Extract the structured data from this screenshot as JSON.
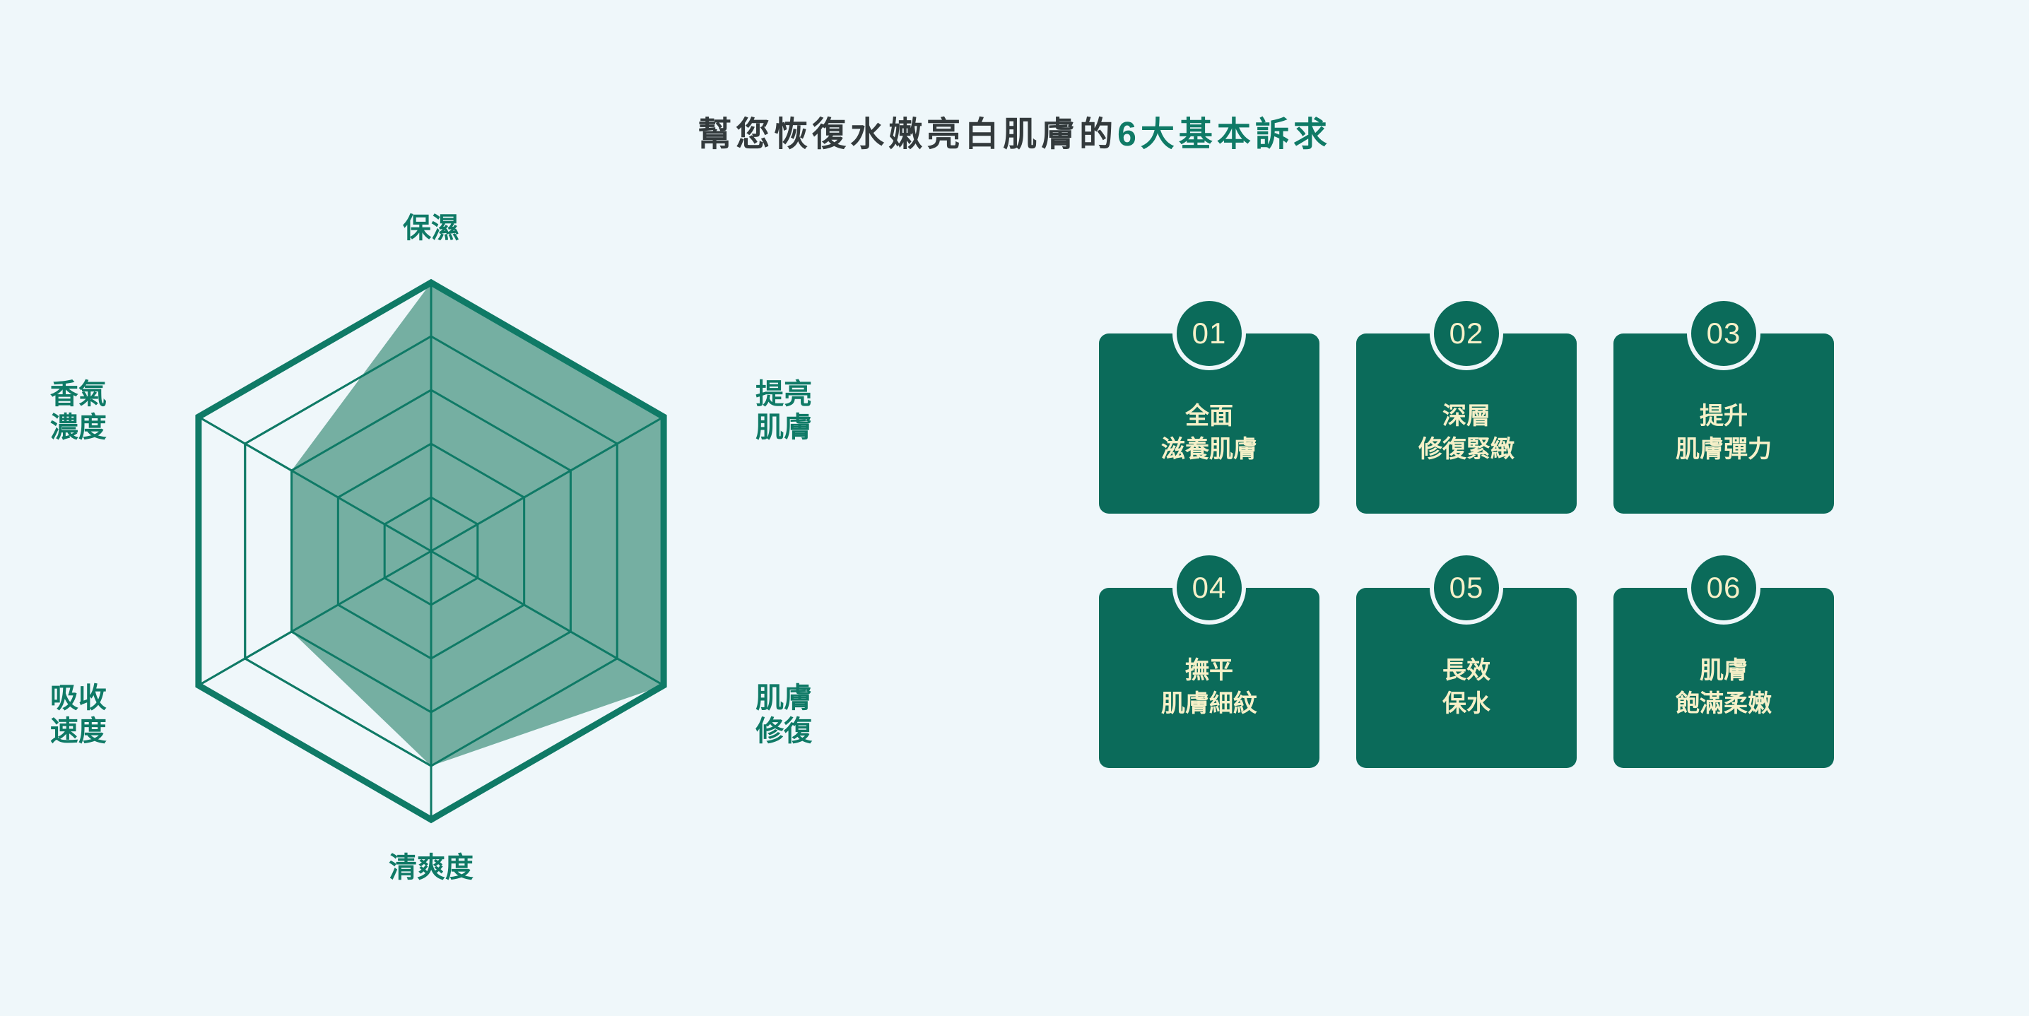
{
  "title": {
    "main": "幫您恢復水嫩亮白肌膚的",
    "accent": "6大基本訴求"
  },
  "colors": {
    "background": "#eff7fa",
    "teal_dark": "#0b6b5a",
    "teal_accent": "#0f7a66",
    "teal_fill": "#6aa89a",
    "cream": "#f6f0c8",
    "title_dark": "#333a3c"
  },
  "chart_data": {
    "type": "radar",
    "title": "",
    "categories": [
      "保濕",
      "提亮肌膚",
      "肌膚修復",
      "清爽度",
      "吸收速度",
      "香氣濃度"
    ],
    "category_lines": [
      [
        "保濕"
      ],
      [
        "提亮",
        "肌膚"
      ],
      [
        "肌膚",
        "修復"
      ],
      [
        "清爽度"
      ],
      [
        "吸收",
        "速度"
      ],
      [
        "香氣",
        "濃度"
      ]
    ],
    "values": [
      100,
      100,
      100,
      80,
      60,
      60
    ],
    "ylim": [
      0,
      100
    ],
    "rings": 5,
    "ring_levels": [
      20,
      40,
      60,
      80,
      100
    ],
    "grid": true,
    "legend": "none",
    "fill_color": "#6aa89a",
    "stroke_color": "#0f7a66"
  },
  "cards": {
    "rows": [
      [
        {
          "number": "01",
          "line1": "全面",
          "line2": "滋養肌膚"
        },
        {
          "number": "02",
          "line1": "深層",
          "line2": "修復緊緻"
        },
        {
          "number": "03",
          "line1": "提升",
          "line2": "肌膚彈力"
        }
      ],
      [
        {
          "number": "04",
          "line1": "撫平",
          "line2": "肌膚細紋"
        },
        {
          "number": "05",
          "line1": "長效",
          "line2": "保水"
        },
        {
          "number": "06",
          "line1": "肌膚",
          "line2": "飽滿柔嫩"
        }
      ]
    ]
  }
}
